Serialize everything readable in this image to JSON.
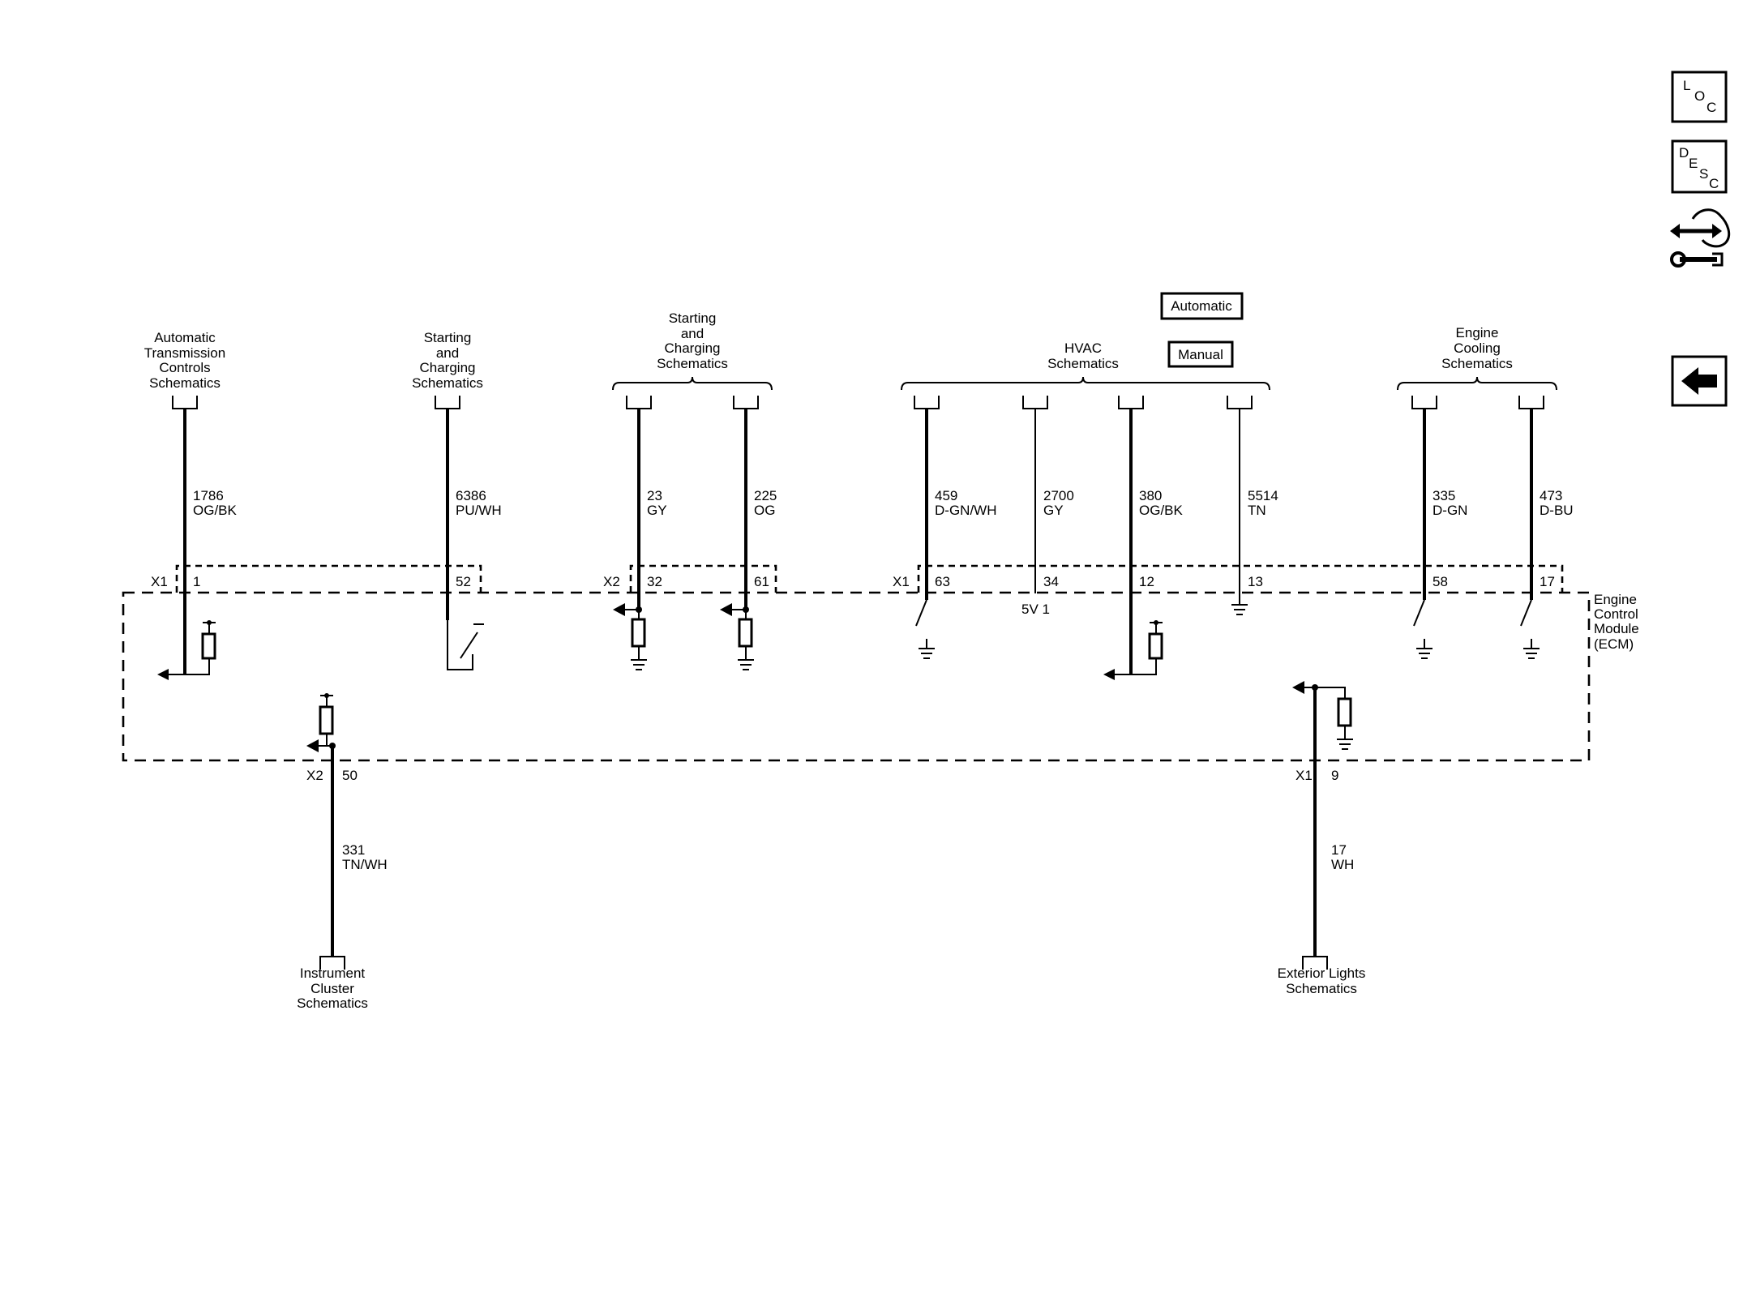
{
  "side_nav": {
    "loc": {
      "l": "L",
      "o": "O",
      "c": "C"
    },
    "desc": {
      "d": "D",
      "e": "E",
      "s": "S",
      "c": "C"
    },
    "connector_repair_icon": "connector-repair-icon",
    "back_icon": "back-arrow-icon"
  },
  "modes": {
    "automatic": "Automatic",
    "manual": "Manual"
  },
  "destinations": {
    "trans": [
      "Automatic",
      "Transmission",
      "Controls",
      "Schematics"
    ],
    "start1": [
      "Starting",
      "and",
      "Charging",
      "Schematics"
    ],
    "start2": [
      "Starting",
      "and",
      "Charging",
      "Schematics"
    ],
    "hvac": [
      "HVAC",
      "Schematics"
    ],
    "cooling": [
      "Engine",
      "Cooling",
      "Schematics"
    ],
    "cluster": [
      "Instrument",
      "Cluster",
      "Schematics"
    ],
    "exterior": [
      "Exterior Lights",
      "Schematics"
    ]
  },
  "circuits": {
    "c1786": {
      "num": "1786",
      "color": "OG/BK"
    },
    "c6386": {
      "num": "6386",
      "color": "PU/WH"
    },
    "c23": {
      "num": "23",
      "color": "GY"
    },
    "c225": {
      "num": "225",
      "color": "OG"
    },
    "c459": {
      "num": "459",
      "color": "D-GN/WH"
    },
    "c2700": {
      "num": "2700",
      "color": "GY"
    },
    "c380": {
      "num": "380",
      "color": "OG/BK"
    },
    "c5514": {
      "num": "5514",
      "color": "TN"
    },
    "c335": {
      "num": "335",
      "color": "D-GN"
    },
    "c473": {
      "num": "473",
      "color": "D-BU"
    },
    "c331": {
      "num": "331",
      "color": "TN/WH"
    },
    "c17": {
      "num": "17",
      "color": "WH"
    }
  },
  "connectors": {
    "x1_left": "X1",
    "x2_mid": "X2",
    "x1_right": "X1",
    "x2_bottom": "X2",
    "x1_bottom": "X1"
  },
  "pins": {
    "p1": "1",
    "p52": "52",
    "p32": "32",
    "p61": "61",
    "p63": "63",
    "p34": "34",
    "p12": "12",
    "p13": "13",
    "p58": "58",
    "p17": "17",
    "p50": "50",
    "p9": "9"
  },
  "reference": "5V 1",
  "module": [
    "Engine",
    "Control",
    "Module",
    "(ECM)"
  ]
}
